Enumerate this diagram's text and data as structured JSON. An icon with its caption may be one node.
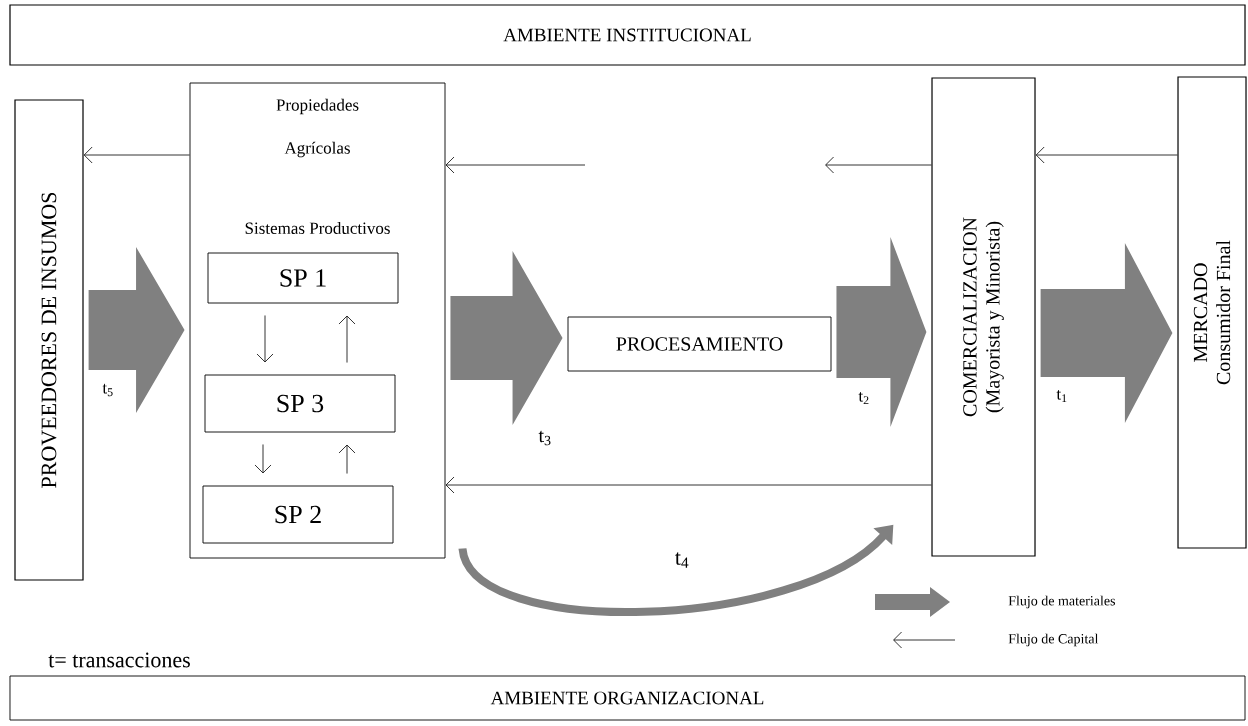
{
  "diagram": {
    "nodes": [
      {
        "text": [
          "AMBIENTE INSTITUCIONAL"
        ]
      },
      {
        "text": [
          "PROVEEDORES DE INSUMOS"
        ]
      },
      {
        "text": [
          "Propiedades Agrícolas",
          "Sistemas Productivos"
        ]
      },
      {
        "text": [
          "SP 1"
        ],
        "in": 2
      },
      {
        "text": [
          "SP 3"
        ],
        "in": 2
      },
      {
        "text": [
          "SP 2"
        ],
        "in": 2
      },
      {
        "text": [
          "PROCESAMIENTO"
        ]
      },
      {
        "text": [
          "COMERCIALIZACION",
          "(Mayorista y Minorista)"
        ]
      },
      {
        "text": [
          "MERCADO",
          "Consumidor Final"
        ]
      },
      {
        "text": [
          "AMBIENTE ORGANIZACIONAL"
        ]
      }
    ],
    "edges": [
      {
        "from": 1,
        "to": 2,
        "arrow": "to",
        "label": "t$_{5}$",
        "style": "thick",
        "color": "#808080"
      },
      {
        "from": 2,
        "to": 6,
        "arrow": "to",
        "label": "t$_{3}$",
        "style": "thick",
        "color": "#808080"
      },
      {
        "from": 6,
        "to": 7,
        "arrow": "to",
        "label": "t$_{2}$",
        "style": "thick",
        "color": "#808080"
      },
      {
        "from": 7,
        "to": 8,
        "arrow": "to",
        "label": "t$_{1}$",
        "style": "thick",
        "color": "#808080"
      },
      {
        "from": 2,
        "to": 7,
        "arrow": "to",
        "label": "t$_{4}$",
        "style": "thick",
        "color": "#808080"
      },
      {
        "from": 2,
        "to": 1,
        "arrow": "to"
      },
      {
        "from": 7,
        "to": null,
        "arrow": "to"
      },
      {
        "from": null,
        "to": 2,
        "arrow": "to"
      },
      {
        "from": 8,
        "to": 7,
        "arrow": "to"
      },
      {
        "from": 7,
        "to": 2,
        "arrow": "to"
      },
      {
        "from": 3,
        "to": 4,
        "arrow": "to"
      },
      {
        "from": 4,
        "to": 3,
        "arrow": "to"
      },
      {
        "from": 4,
        "to": 5,
        "arrow": "to"
      },
      {
        "from": 5,
        "to": 4,
        "arrow": "to"
      }
    ],
    "labels": [
      "t= transacciones"
    ],
    "legend": [
      {
        "text": "Flujo de materiales"
      },
      {
        "text": "Flujo de Capital"
      }
    ]
  }
}
